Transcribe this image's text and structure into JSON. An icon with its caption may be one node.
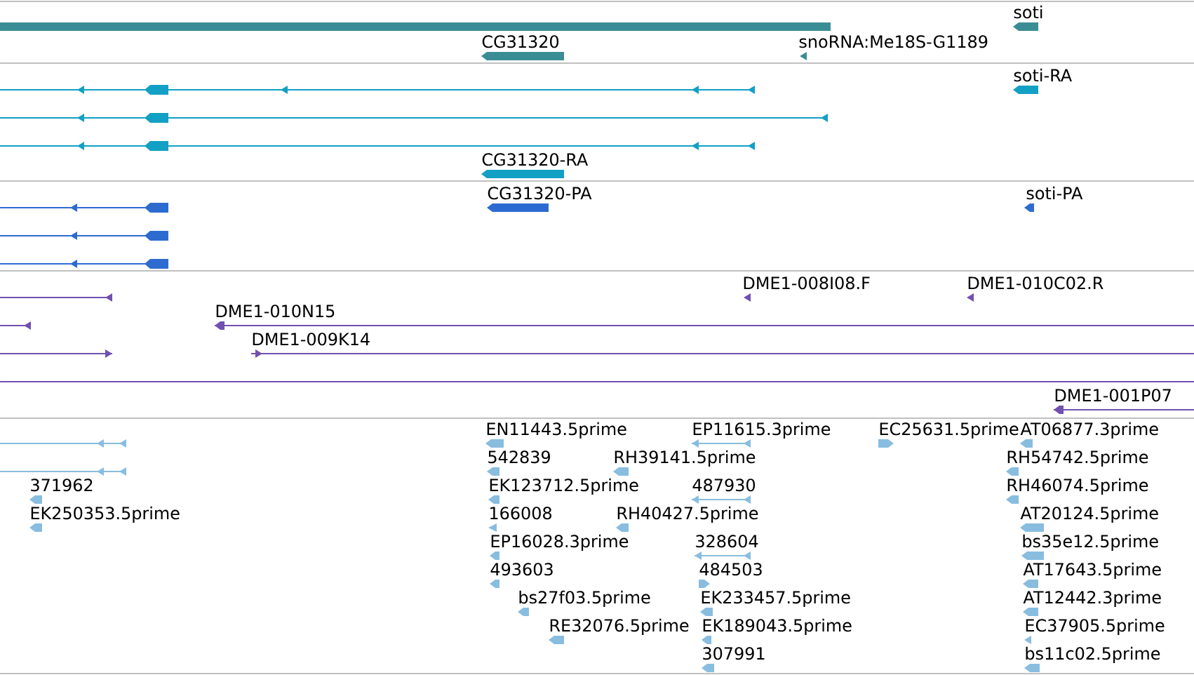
{
  "diagram": {
    "labels": [
      "soti",
      "CG31320",
      "snoRNA:Me18S-G1189",
      "soti-RA",
      "CG31320-RA",
      "CG31320-PA",
      "soti-PA",
      "DME1-008I08.F",
      "DME1-010C02.R",
      "DME1-010N15",
      "DME1-009K14",
      "DME1-001P07",
      "EN11443.5prime",
      "EP11615.3prime",
      "EC25631.5prime",
      "AT06877.3prime",
      "542839",
      "RH39141.5prime",
      "RH54742.5prime",
      "371962",
      "EK123712.5prime",
      "487930",
      "RH46074.5prime",
      "EK250353.5prime",
      "166008",
      "RH40427.5prime",
      "AT20124.5prime",
      "EP16028.3prime",
      "328604",
      "bs35e12.5prime",
      "493603",
      "484503",
      "AT17643.5prime",
      "bs27f03.5prime",
      "EK233457.5prime",
      "AT12442.3prime",
      "RE32076.5prime",
      "EK189043.5prime",
      "EC37905.5prime",
      "307991",
      "bs11c02.5prime"
    ]
  }
}
